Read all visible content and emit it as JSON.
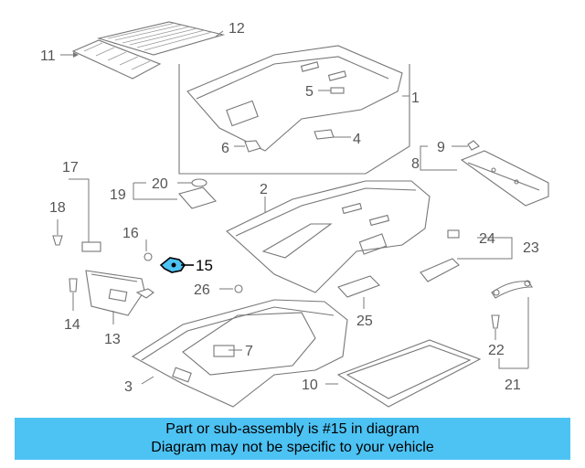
{
  "callouts": {
    "c1": "1",
    "c2": "2",
    "c3": "3",
    "c4": "4",
    "c5": "5",
    "c6": "6",
    "c7": "7",
    "c8": "8",
    "c9": "9",
    "c10": "10",
    "c11": "11",
    "c12": "12",
    "c13": "13",
    "c14": "14",
    "c15": "15",
    "c16": "16",
    "c17": "17",
    "c18": "18",
    "c19": "19",
    "c20": "20",
    "c21": "21",
    "c22": "22",
    "c23": "23",
    "c24": "24",
    "c25": "25",
    "c26": "26"
  },
  "highlight": {
    "part_number": "15",
    "color": "#4dc3f4"
  },
  "banner": {
    "line1": "Part or sub-assembly is #15 in diagram",
    "line2": "Diagram may not be specific to your vehicle",
    "background": "#4dc3f4"
  }
}
